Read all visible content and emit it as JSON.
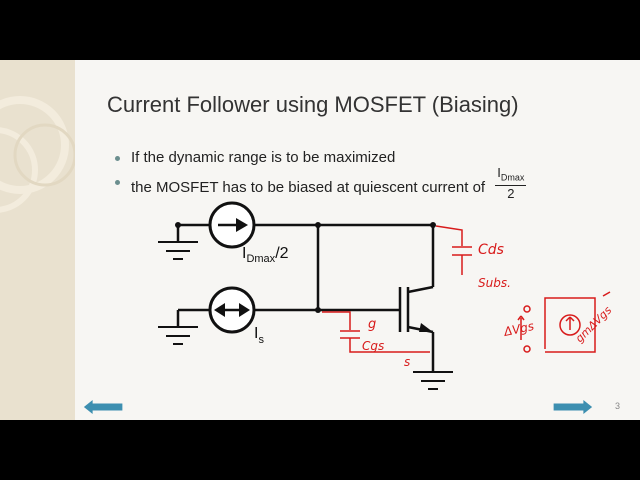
{
  "slide": {
    "title": "Current Follower using MOSFET (Biasing)",
    "bullets": [
      {
        "text": "If the dynamic range is to be maximized"
      },
      {
        "text": "the MOSFET has to be biased at quiescent current of",
        "frac_num": "I",
        "frac_num_sub": "Dmax",
        "frac_den": "2"
      }
    ],
    "labels": {
      "idmax_main": "I",
      "idmax_sub": "Dmax",
      "idmax_tail": "/2",
      "is_main": "I",
      "is_sub": "s"
    },
    "annotations": {
      "cds": "Cds",
      "subs": "Subs.",
      "g": "g",
      "cgs": "Cgs",
      "s": "s",
      "dvgs": "ΔVgs",
      "gmdvgs": "gmΔVgs"
    },
    "page_number": "3"
  },
  "colors": {
    "ink": "#111111",
    "annotation": "#d81b1b",
    "nav": "#3d8fb0"
  }
}
